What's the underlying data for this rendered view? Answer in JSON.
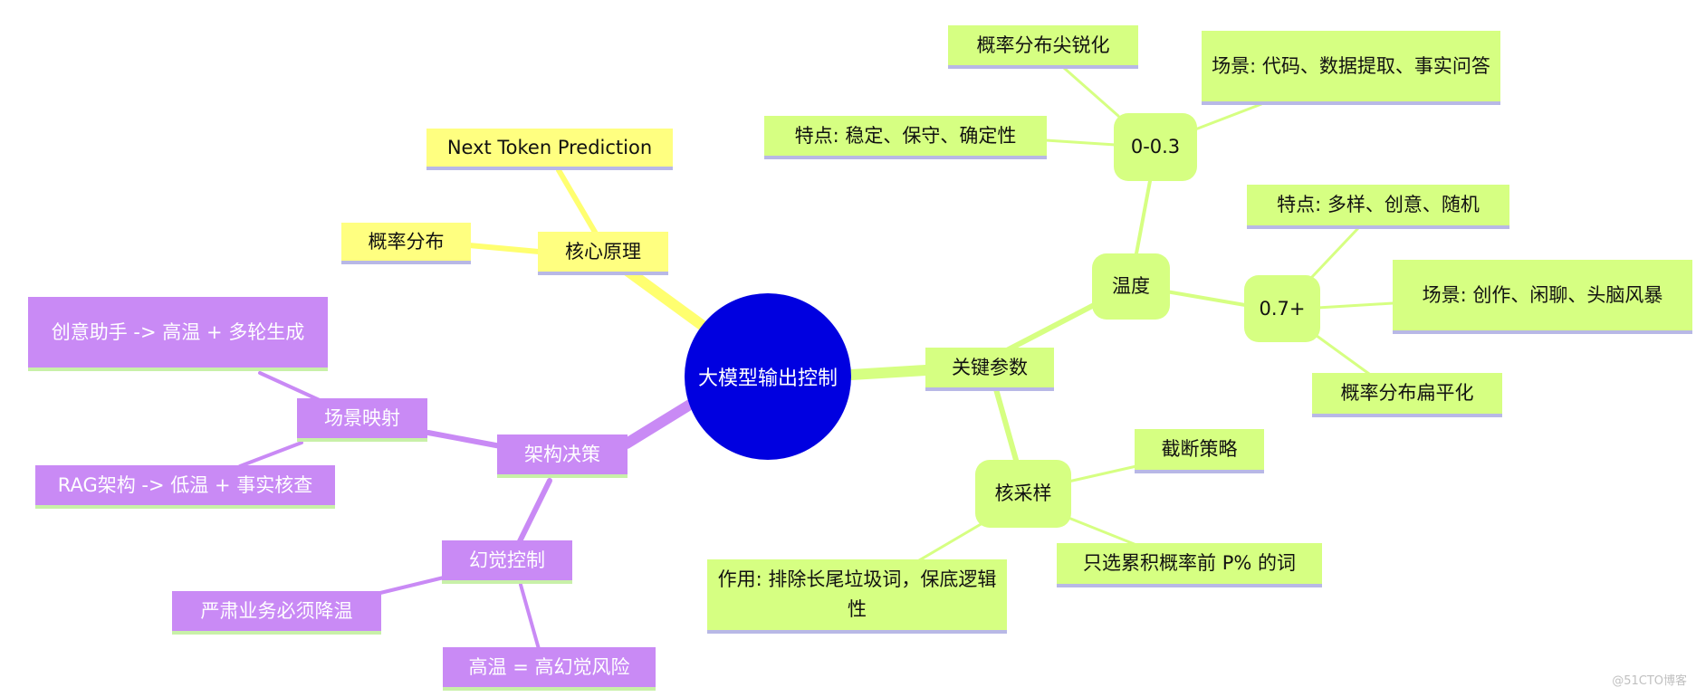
{
  "root": {
    "label": "大模型输出控制"
  },
  "core": {
    "label": "核心原理",
    "next_token": "Next Token Prediction",
    "prob_dist": "概率分布"
  },
  "params": {
    "label": "关键参数",
    "temperature": {
      "label": "温度",
      "low": {
        "label": "0-0.3",
        "sharpen": "概率分布尖锐化",
        "scene": "场景: 代码、数据提取、事实问答",
        "trait": "特点: 稳定、保守、确定性"
      },
      "high": {
        "label": "0.7+",
        "trait": "特点: 多样、创意、随机",
        "scene": "场景: 创作、闲聊、头脑风暴",
        "flatten": "概率分布扁平化"
      }
    },
    "sampling": {
      "label": "核采样",
      "truncate": "截断策略",
      "top_p": "只选累积概率前 P% 的词",
      "effect": "作用: 排除长尾垃圾词，保底逻辑性"
    }
  },
  "arch": {
    "label": "架构决策",
    "scene_map": {
      "label": "场景映射",
      "creative": "创意助手 -> 高温 + 多轮生成",
      "rag": "RAG架构 -> 低温 + 事实核查"
    },
    "halluc": {
      "label": "幻觉控制",
      "serious": "严肃业务必须降温",
      "risk": "高温 = 高幻觉风险"
    }
  },
  "watermark": "@51CTO博客",
  "colors": {
    "root": "#0000e0",
    "yellow_branch": "#ffff80",
    "green_branch": "#d6ff82",
    "purple_branch": "#c98af5"
  }
}
